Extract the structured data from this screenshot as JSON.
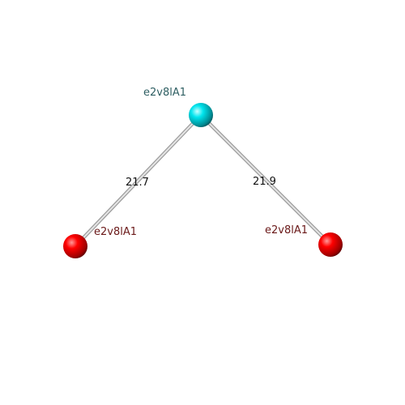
{
  "nodes": [
    {
      "id": "top",
      "label": "e2v8lA1",
      "color": "#00e5ee",
      "label_color": "#2f5f63"
    },
    {
      "id": "left",
      "label": "e2v8lA1",
      "color": "#ff0000",
      "label_color": "#6b1a1a"
    },
    {
      "id": "right",
      "label": "e2v8lA1",
      "color": "#ff0000",
      "label_color": "#6b1a1a"
    }
  ],
  "edges": [
    {
      "from": "top",
      "to": "left",
      "label": "21.7"
    },
    {
      "from": "top",
      "to": "right",
      "label": "21.9"
    }
  ],
  "edge_color": "#c8c8c8",
  "edge_label_color": "#111111"
}
